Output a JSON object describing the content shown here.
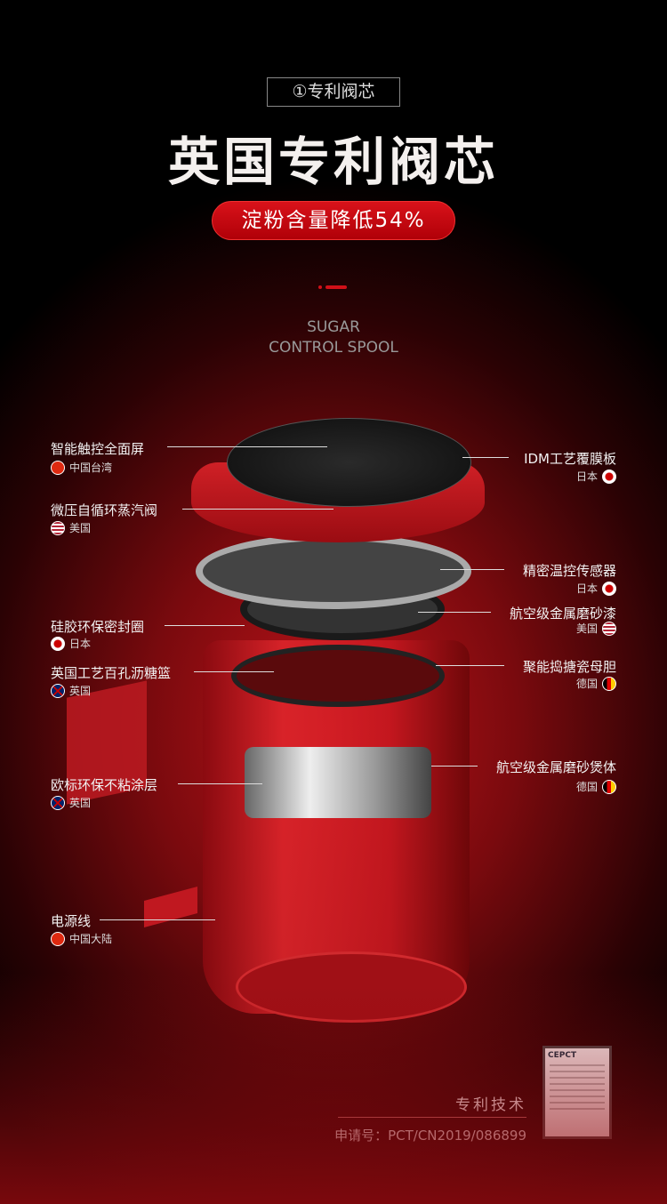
{
  "header": {
    "tag": "①专利阀芯",
    "title": "英国专利阀芯",
    "badge": "淀粉含量降低54%",
    "subtitle_line1": "SUGAR",
    "subtitle_line2": "CONTROL SPOOL"
  },
  "left_labels": [
    {
      "name": "智能触控全面屏",
      "origin": "中国台湾",
      "flag": "cn"
    },
    {
      "name": "微压自循环蒸汽阀",
      "origin": "美国",
      "flag": "us"
    },
    {
      "name": "硅胶环保密封圈",
      "origin": "日本",
      "flag": "jp"
    },
    {
      "name": "英国工艺百孔沥糖篮",
      "origin": "英国",
      "flag": "uk"
    },
    {
      "name": "欧标环保不粘涂层",
      "origin": "英国",
      "flag": "uk"
    },
    {
      "name": "电源线",
      "origin": "中国大陆",
      "flag": "cn"
    }
  ],
  "right_labels": [
    {
      "name": "IDM工艺覆膜板",
      "origin": "日本",
      "flag": "jp"
    },
    {
      "name": "精密温控传感器",
      "origin": "日本",
      "flag": "jp"
    },
    {
      "name": "航空级金属磨砂漆",
      "origin": "美国",
      "flag": "us"
    },
    {
      "name": "聚能捣搪瓷母胆",
      "origin": "德国",
      "flag": "de"
    },
    {
      "name": "航空级金属磨砂煲体",
      "origin": "德国",
      "flag": "de"
    }
  ],
  "footer": {
    "title": "专利技术",
    "application": "申请号：PCT/CN2019/086899",
    "cert_logo": "CEPCT"
  },
  "colors": {
    "accent": "#d01018",
    "background": "#000000"
  }
}
